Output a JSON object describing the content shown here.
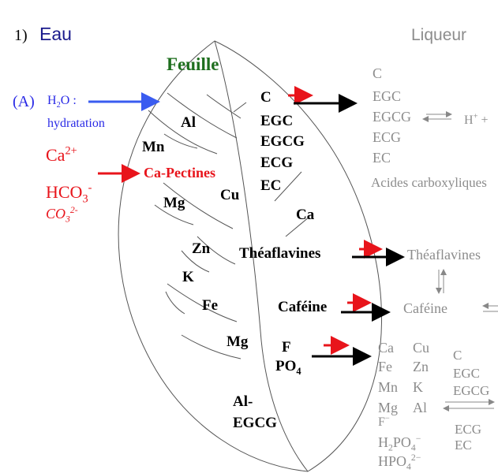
{
  "header": {
    "step": "1)",
    "eau": "Eau",
    "liqueur": "Liqueur"
  },
  "leaf_title": "Feuille",
  "left": {
    "A_label": "(A)",
    "h2o_prefix": "H",
    "h2o_sub": "2",
    "h2o_suffix": "O :",
    "hydratation": "hydratation",
    "ca_base": "Ca",
    "ca_sup": "2+",
    "ca_pectines": "Ca-Pectines",
    "hco3_base": "HCO",
    "hco3_sub": "3",
    "hco3_sup": "-",
    "co3_base": "CO",
    "co3_sub": "3",
    "co3_sup": "2-"
  },
  "leaf_minerals": {
    "al": "Al",
    "mn": "Mn",
    "mg1": "Mg",
    "cu": "Cu",
    "zn": "Zn",
    "k": "K",
    "fe": "Fe",
    "mg2": "Mg",
    "al_egcg_1": "Al-",
    "al_egcg_2": "EGCG"
  },
  "leaf_catechins": [
    "C",
    "EGC",
    "EGCG",
    "ECG",
    "EC"
  ],
  "leaf_ca": "Ca",
  "leaf_theaflavines": "Théaflavines",
  "leaf_cafeine": "Caféine",
  "leaf_f": "F",
  "leaf_po4_base": "PO",
  "leaf_po4_sub": "4",
  "liquor": {
    "catechins": [
      "C",
      "EGC",
      "EGCG",
      "ECG",
      "EC"
    ],
    "h_plus": "H",
    "h_plus_sup": "+",
    "h_plus_tail": " +",
    "acides": "Acides carboxyliques",
    "theaflavines": "Théaflavines",
    "cafeine": "Caféine",
    "minerals_col1": [
      "Ca",
      "Fe",
      "Mn",
      "Mg",
      "F"
    ],
    "f_sup": "−",
    "minerals_col2": [
      "Cu",
      "Zn",
      "K",
      "Al"
    ],
    "h2po4_a": "H",
    "h2po4_a_sub": "2",
    "h2po4_b": "PO",
    "h2po4_b_sub": "4",
    "h2po4_sup": "−",
    "hpo4_a": "HPO",
    "hpo4_sub": "4",
    "hpo4_sup": "2−",
    "bottom_catechins_1": [
      "C",
      "EGC",
      "EGCG"
    ],
    "bottom_catechins_2": [
      "ECG",
      "EC"
    ]
  },
  "colors": {
    "red_arrow": "#e8141b",
    "blue_arrow": "#3a5cf0",
    "black_arrow": "#000000",
    "gray_text": "#8c8c8c",
    "leaf_outline": "#555555"
  }
}
